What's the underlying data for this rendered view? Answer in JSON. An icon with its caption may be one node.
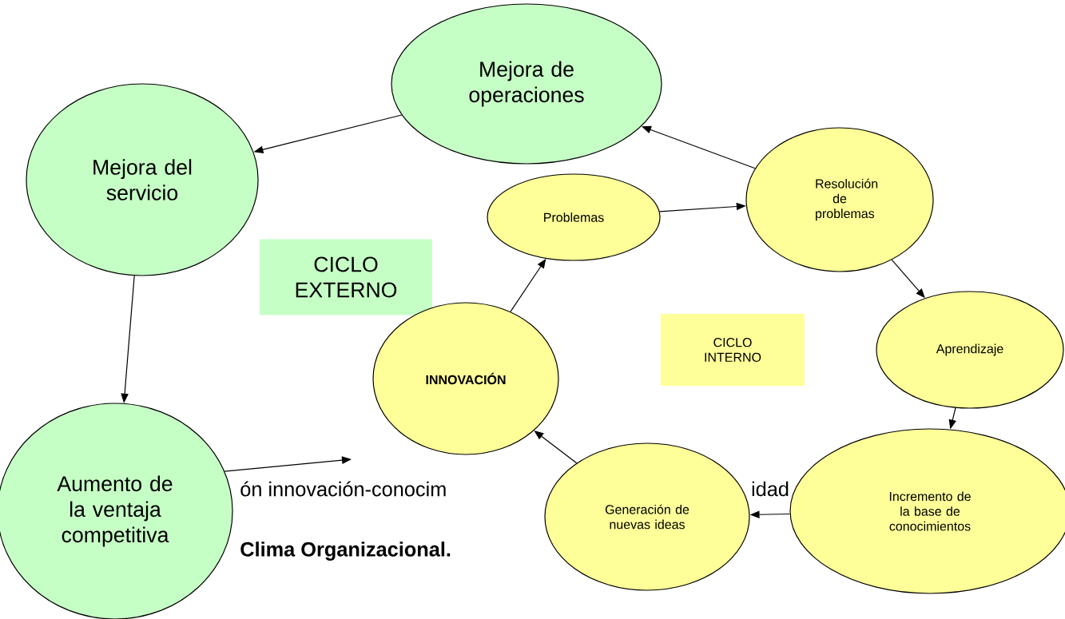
{
  "diagram": {
    "nodes": [
      {
        "text": [
          "Mejora de operaciones"
        ]
      },
      {
        "text": [
          "Mejora del servicio"
        ]
      },
      {
        "text": [
          "Resolución de problemas"
        ]
      },
      {
        "text": [
          "Problemas"
        ]
      },
      {
        "text": [
          "CICLO EXTERNO"
        ]
      },
      {
        "text": [
          "INNOVACIÓN"
        ]
      },
      {
        "text": [
          "CICLO INTERNO"
        ]
      },
      {
        "text": [
          "Aprendizaje"
        ]
      },
      {
        "text": [
          "Aumento de la ventaja competitiva"
        ]
      },
      {
        "text": [
          "Generación de nuevas ideas"
        ]
      },
      {
        "text": [
          "Incremento de la base de conocimientos"
        ]
      }
    ],
    "edges": [
      {
        "from": 0,
        "to": 1,
        "arrow": "to"
      },
      {
        "from": 1,
        "to": 8,
        "arrow": "to"
      },
      {
        "from": 8,
        "to": null,
        "arrow": "to"
      },
      {
        "from": 5,
        "to": 3,
        "arrow": "to"
      },
      {
        "from": 3,
        "to": 2,
        "arrow": "to"
      },
      {
        "from": 2,
        "to": 0,
        "arrow": "to"
      },
      {
        "from": 2,
        "to": 7,
        "arrow": "to"
      },
      {
        "from": 7,
        "to": 10,
        "arrow": "to"
      },
      {
        "from": 10,
        "to": 9,
        "arrow": "to"
      },
      {
        "from": 9,
        "to": 5,
        "arrow": "to"
      }
    ],
    "labels": [
      "ón innovación-conocim",
      "idad",
      "Clima Organizacional."
    ]
  }
}
